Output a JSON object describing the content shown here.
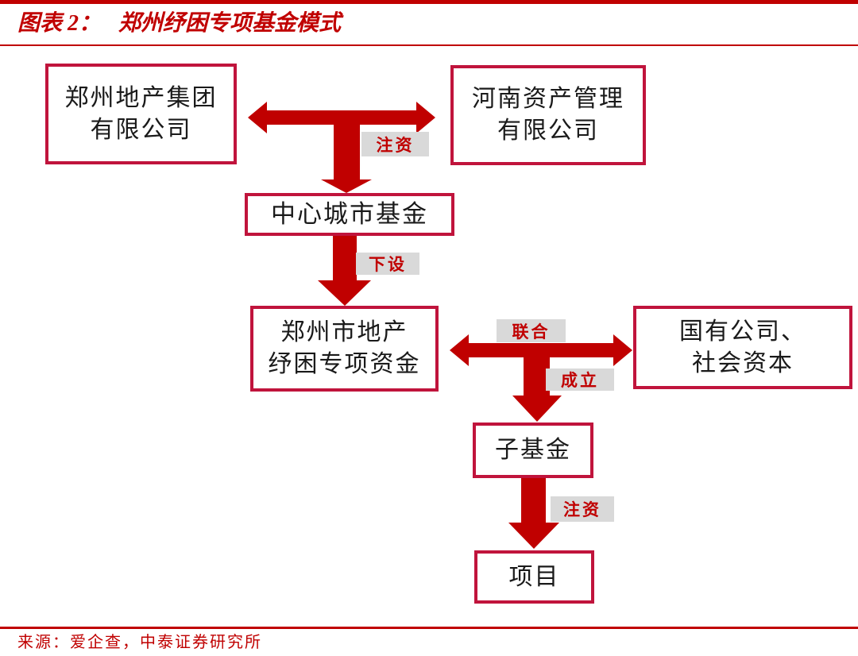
{
  "header": {
    "title_prefix": "图表 2：",
    "title_text": "郑州纾困专项基金模式"
  },
  "nodes": {
    "zhengzhou_group": {
      "lines": [
        "郑州地产集团",
        "有限公司"
      ]
    },
    "henan_asset": {
      "lines": [
        "河南资产管理",
        "有限公司"
      ]
    },
    "central_fund": {
      "lines": [
        "中心城市基金"
      ]
    },
    "relief_fund": {
      "lines": [
        "郑州市地产",
        "纾困专项资金"
      ]
    },
    "state_social": {
      "lines": [
        "国有公司、",
        "社会资本"
      ]
    },
    "sub_fund": {
      "lines": [
        "子基金"
      ]
    },
    "project": {
      "lines": [
        "项目"
      ]
    }
  },
  "edge_labels": {
    "inject_top": "注资",
    "setup": "下设",
    "joint": "联合",
    "establish": "成立",
    "inject_bottom": "注资"
  },
  "footer": {
    "source": "来源：爱企查，中泰证券研究所"
  },
  "colors": {
    "accent_red": "#C00000",
    "box_border": "#C0143C",
    "label_bg": "#D9D9D9",
    "text": "#1a1a1a"
  }
}
